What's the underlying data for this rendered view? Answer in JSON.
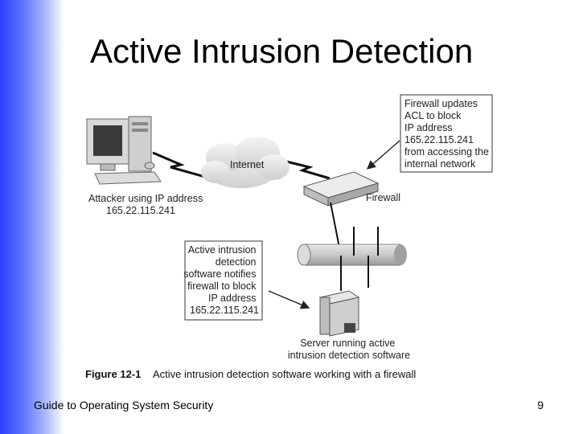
{
  "slide": {
    "title": "Active Intrusion Detection",
    "footer": "Guide to Operating System Security",
    "page_number": "9"
  },
  "diagram": {
    "internet_label": "Internet",
    "attacker_lines": [
      "Attacker using IP address",
      "165.22.115.241"
    ],
    "firewall_label": "Firewall",
    "firewall_note_lines": [
      "Firewall updates",
      "ACL to block",
      "IP address",
      "165.22.115.241",
      "from accessing the",
      "internal network"
    ],
    "ids_note_lines": [
      "Active intrusion",
      "detection",
      "software notifies",
      "firewall to block",
      "IP address",
      "165.22.115.241"
    ],
    "server_lines": [
      "Server running active",
      "intrusion detection software"
    ],
    "caption_label": "Figure 12-1",
    "caption_text": "Active intrusion detection software working with a firewall"
  }
}
